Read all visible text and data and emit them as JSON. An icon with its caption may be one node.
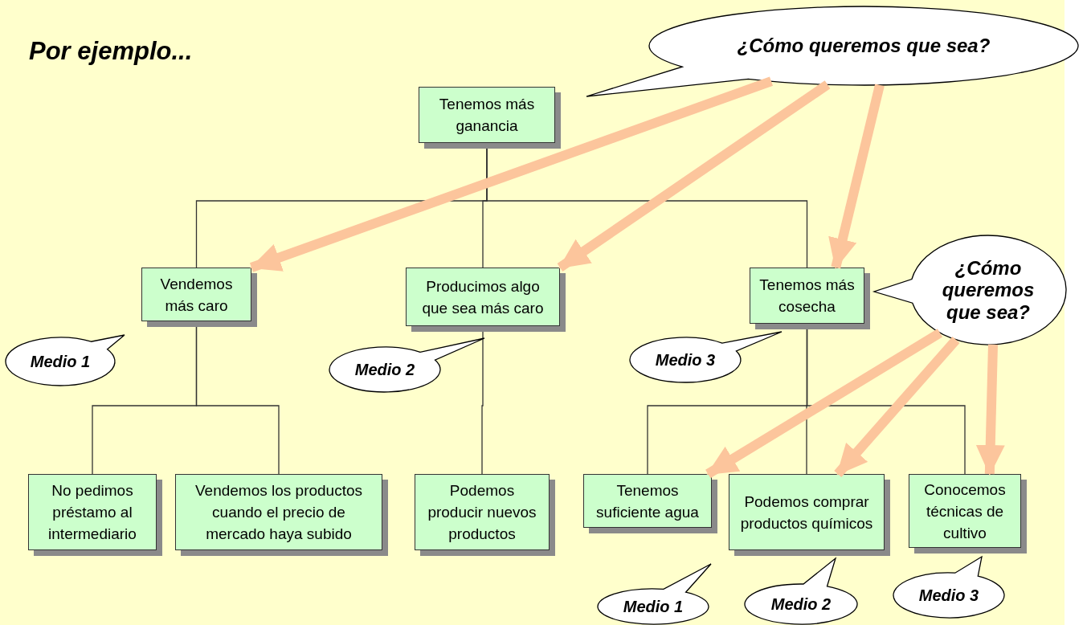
{
  "diagram": {
    "title": "Por ejemplo...",
    "nodes": [
      {
        "text": [
          "Tenemos más ganancia"
        ]
      },
      {
        "text": [
          "Vendemos más caro"
        ]
      },
      {
        "text": [
          "Producimos algo que sea más caro"
        ]
      },
      {
        "text": [
          "Tenemos más cosecha"
        ]
      },
      {
        "text": [
          "No pedimos préstamo al intermediario"
        ]
      },
      {
        "text": [
          "Vendemos los productos cuando el precio de mercado haya subido"
        ]
      },
      {
        "text": [
          "Podemos producir nuevos productos"
        ]
      },
      {
        "text": [
          "Tenemos suficiente agua"
        ]
      },
      {
        "text": [
          "Podemos comprar productos químicos"
        ]
      },
      {
        "text": [
          "Conocemos técnicas de cultivo"
        ]
      },
      {
        "text": [
          "¿Cómo queremos que sea?"
        ]
      },
      {
        "text": [
          "¿Cómo queremos que sea?"
        ]
      },
      {
        "text": [
          "Medio 1"
        ]
      },
      {
        "text": [
          "Medio 2"
        ]
      },
      {
        "text": [
          "Medio 3"
        ]
      },
      {
        "text": [
          "Medio 1"
        ]
      },
      {
        "text": [
          "Medio 2"
        ]
      },
      {
        "text": [
          "Medio 3"
        ]
      }
    ],
    "edges": [
      {
        "from": 0,
        "to": 1,
        "arrow": "none"
      },
      {
        "from": 0,
        "to": 2,
        "arrow": "none"
      },
      {
        "from": 0,
        "to": 3,
        "arrow": "none"
      },
      {
        "from": 1,
        "to": 4,
        "arrow": "none"
      },
      {
        "from": 1,
        "to": 5,
        "arrow": "none"
      },
      {
        "from": 2,
        "to": 6,
        "arrow": "none"
      },
      {
        "from": 3,
        "to": 7,
        "arrow": "none"
      },
      {
        "from": 3,
        "to": 8,
        "arrow": "none"
      },
      {
        "from": 3,
        "to": 9,
        "arrow": "none"
      },
      {
        "from": 10,
        "to": 1,
        "arrow": "to",
        "style": "thick",
        "color": "#fcc59c"
      },
      {
        "from": 10,
        "to": 2,
        "arrow": "to",
        "style": "thick",
        "color": "#fcc59c"
      },
      {
        "from": 10,
        "to": 3,
        "arrow": "to",
        "style": "thick",
        "color": "#fcc59c"
      },
      {
        "from": 11,
        "to": 7,
        "arrow": "to",
        "style": "thick",
        "color": "#fcc59c"
      },
      {
        "from": 11,
        "to": 8,
        "arrow": "to",
        "style": "thick",
        "color": "#fcc59c"
      },
      {
        "from": 11,
        "to": 9,
        "arrow": "to",
        "style": "thick",
        "color": "#fcc59c"
      }
    ]
  }
}
